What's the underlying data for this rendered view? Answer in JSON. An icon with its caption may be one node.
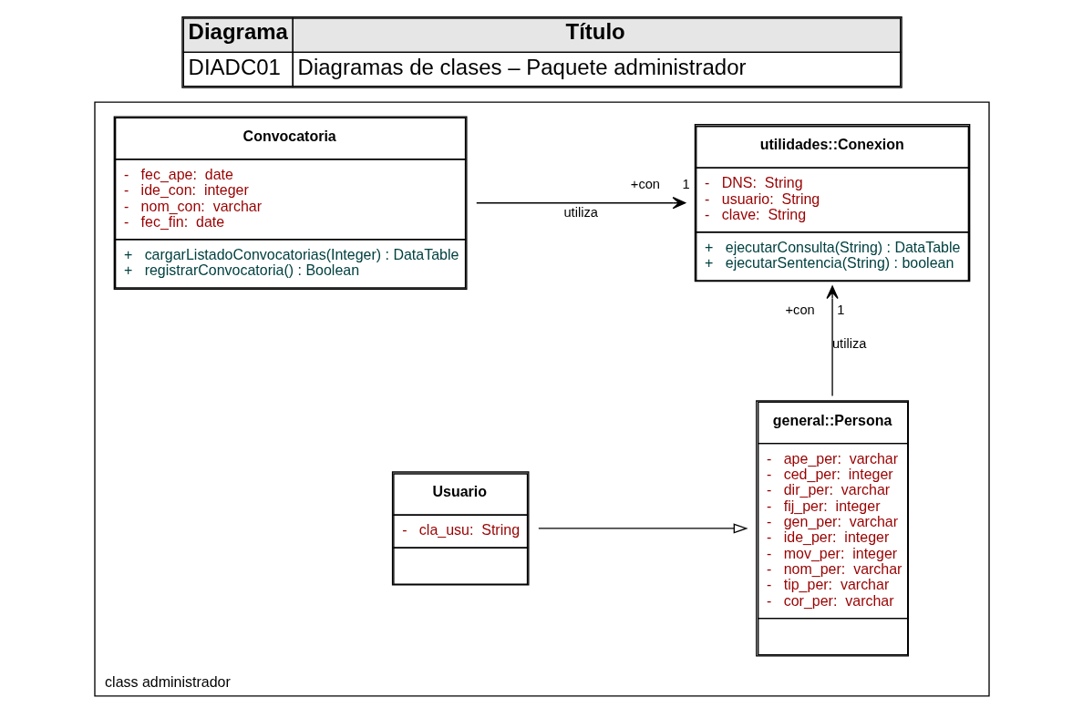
{
  "diagram": {
    "nodes": [
      {
        "text": [
          "class administrador"
        ]
      },
      {
        "text": [
          "Convocatoria",
          "-   fec_ape:  date",
          "-   ide_con:  integer",
          "-   nom_con:  varchar",
          "-   fec_fin:  date",
          "+   cargarListadoConvocatorias(Integer) : DataTable",
          "+   registrarConvocatoria() : Boolean"
        ],
        "in": 0
      },
      {
        "text": [
          "utilidades::Conexion",
          "-   DNS:  String",
          "-   usuario:  String",
          "-   clave:  String",
          "+   ejecutarConsulta(String) : DataTable",
          "+   ejecutarSentencia(String) : boolean"
        ],
        "in": 0
      },
      {
        "text": [
          "general::Persona",
          "-   ape_per:  varchar",
          "-   ced_per:  integer",
          "-   dir_per:  varchar",
          "-   fij_per:  integer",
          "-   gen_per:  varchar",
          "-   ide_per:  integer",
          "-   mov_per:  integer",
          "-   nom_per:  varchar",
          "-   tip_per:  varchar",
          "-   cor_per:  varchar"
        ],
        "in": 0
      },
      {
        "text": [
          "Usuario",
          "-   cla_usu:  String"
        ],
        "in": 0
      }
    ],
    "edges": [
      {
        "from": 1,
        "to": 2,
        "arrow": "to",
        "label": "utiliza"
      },
      {
        "from": 3,
        "to": 2,
        "arrow": "to",
        "label": "utiliza"
      },
      {
        "from": 4,
        "to": 3,
        "arrow": "to"
      }
    ],
    "labels": [
      "Diagrama",
      "Título",
      "DIADC01",
      "Diagramas de clases – Paquete administrador",
      "+con",
      "1",
      "+con",
      "1"
    ]
  }
}
